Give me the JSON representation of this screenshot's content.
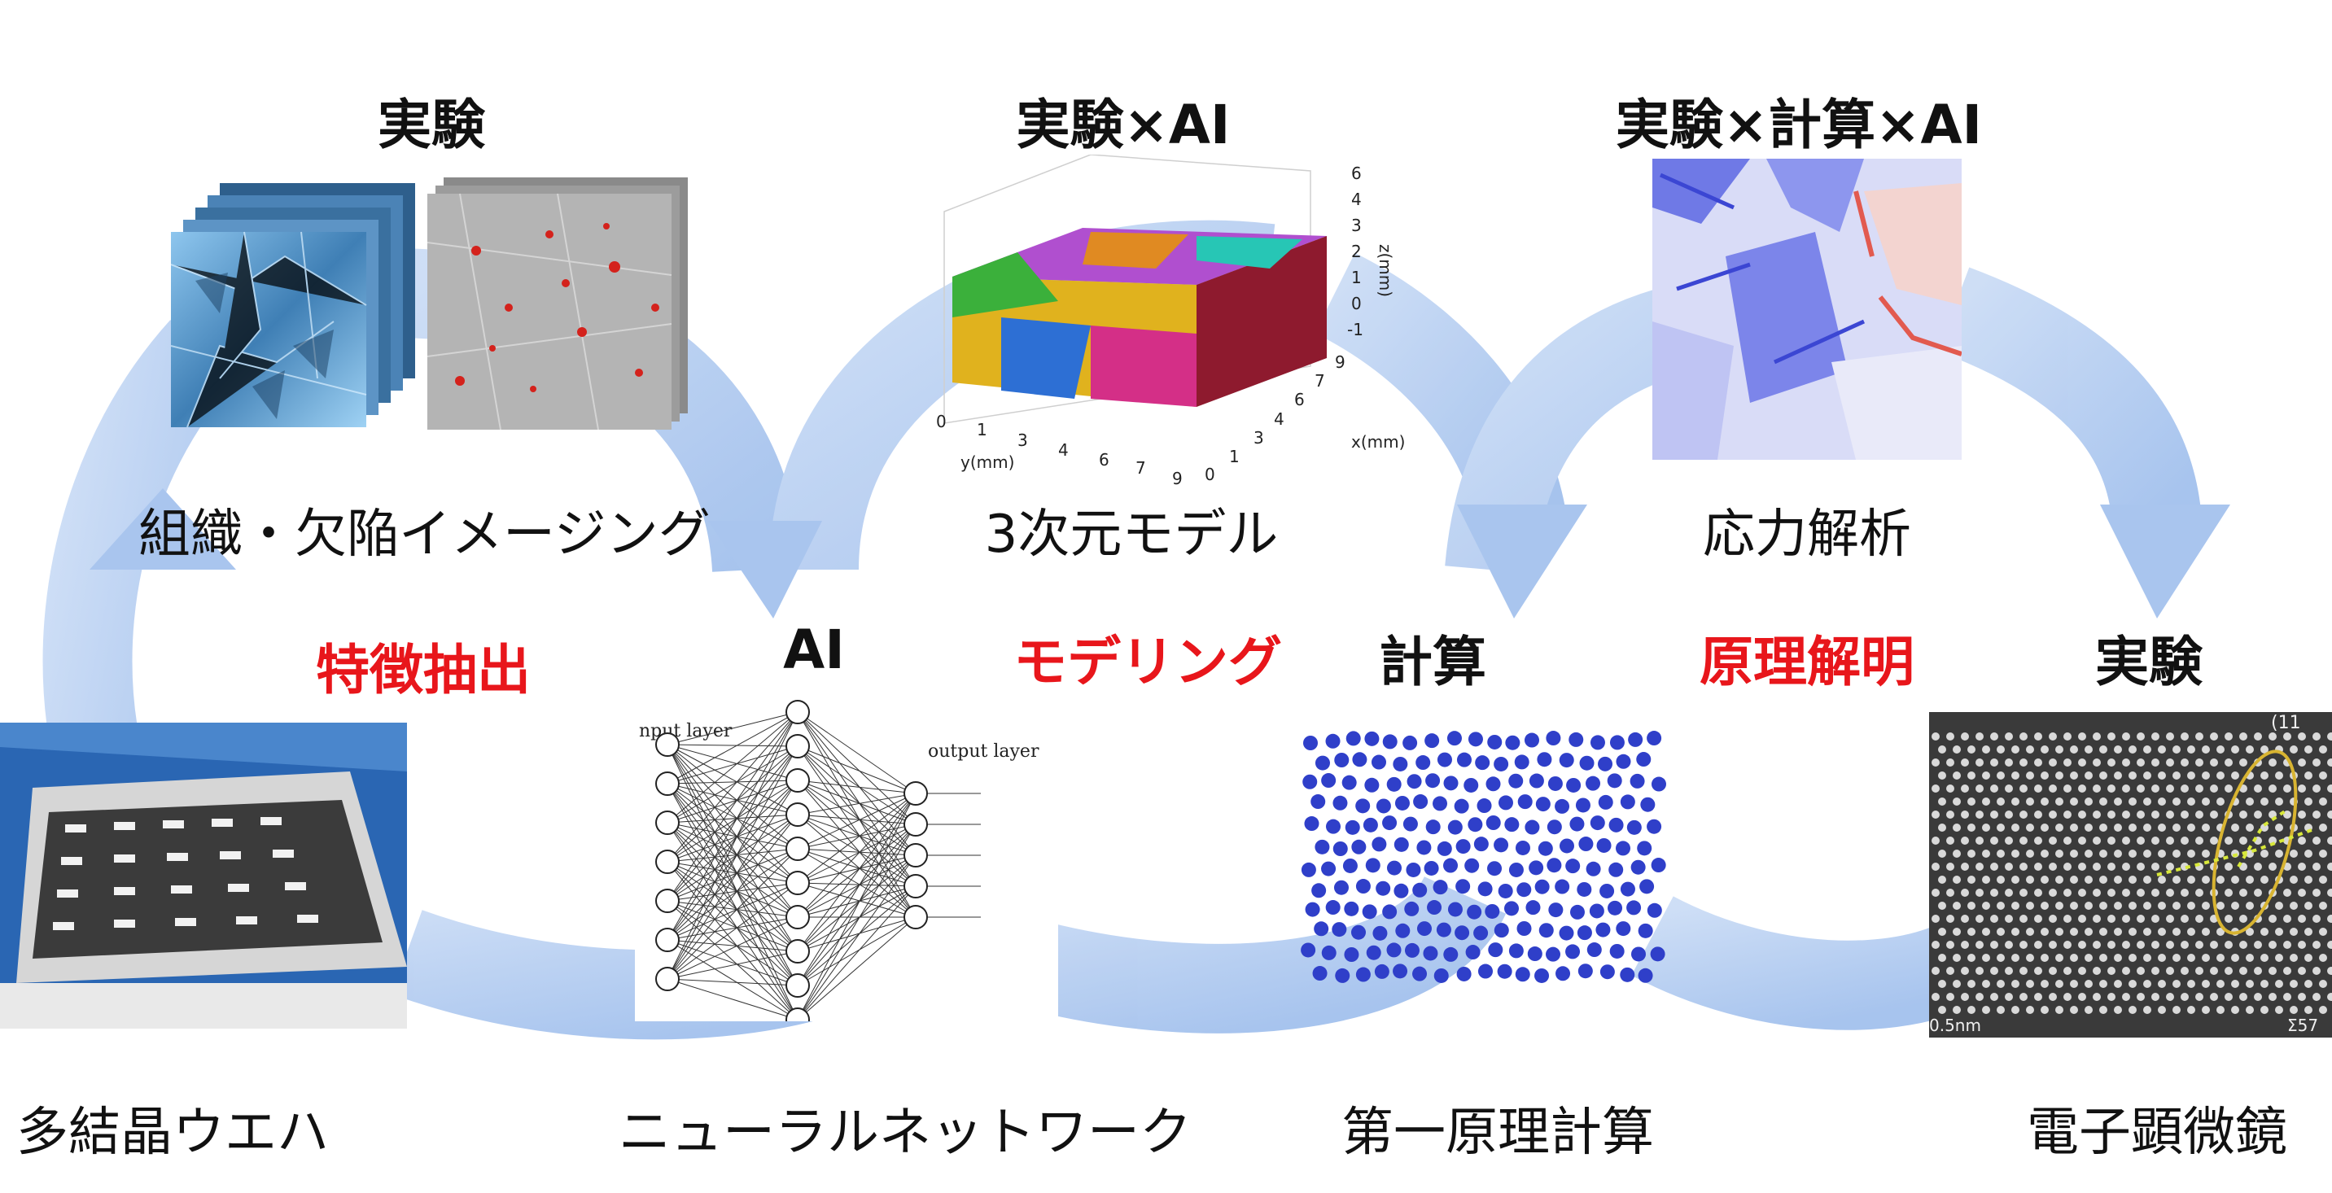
{
  "headings": {
    "experiment_top": "実験",
    "experiment_ai": "実験×AI",
    "experiment_calc_ai": "実験×計算×AI",
    "ai": "AI",
    "calculation": "計算",
    "experiment_right": "実験"
  },
  "stage_labels": {
    "feature_extraction": "特徴抽出",
    "modeling": "モデリング",
    "principle_elucidation": "原理解明"
  },
  "captions": {
    "imaging": "組織・欠陥イメージング",
    "model3d": "3次元モデル",
    "stress": "応力解析",
    "wafer": "多結晶ウエハ",
    "neural_net": "ニューラルネットワーク",
    "first_principles": "第一原理計算",
    "microscope": "電子顕微鏡"
  },
  "neural_net": {
    "input_label": "nput layer",
    "output_label": "output layer"
  },
  "plot3d": {
    "z_label": "z(mm)",
    "z_ticks": [
      "6",
      "4",
      "3",
      "2",
      "1",
      "0",
      "-1"
    ],
    "y_label": "y(mm)",
    "y_ticks": [
      "0",
      "1",
      "3",
      "4",
      "6",
      "7",
      "9"
    ],
    "x_label": "x(mm)",
    "x_ticks": [
      "0",
      "1",
      "3",
      "4",
      "6",
      "7",
      "9"
    ]
  },
  "tem": {
    "top_label": "(11",
    "bottom_left": "0.5nm",
    "bottom_right": "Σ57"
  },
  "colors": {
    "arrow": "#a7c4ee",
    "highlight_red": "#e8161b",
    "atom_blue": "#2f3fc9"
  }
}
